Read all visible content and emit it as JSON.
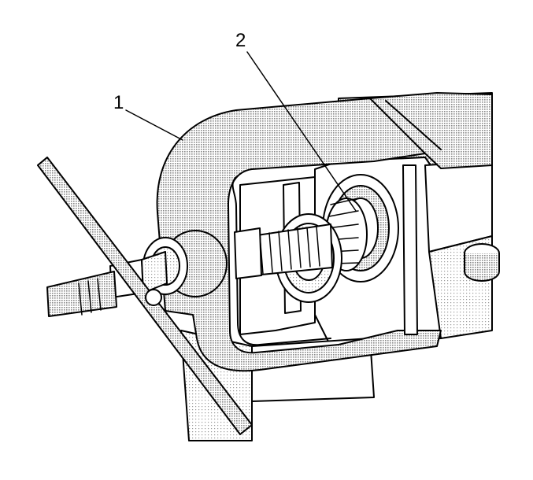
{
  "callouts": [
    {
      "id": "1",
      "label": "1"
    },
    {
      "id": "2",
      "label": "2"
    }
  ],
  "colors": {
    "line": "#000000",
    "shade": "#b9b9b9",
    "background": "#ffffff"
  }
}
